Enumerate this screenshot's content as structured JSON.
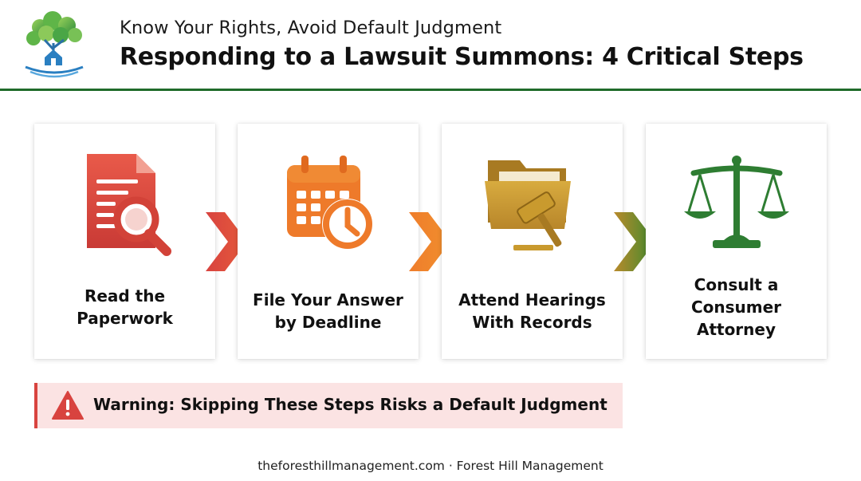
{
  "header": {
    "subtitle": "Know Your Rights, Avoid Default Judgment",
    "title": "Responding to a Lawsuit Summons: 4 Critical Steps"
  },
  "steps": [
    {
      "label_lines": [
        "Read the",
        "Paperwork"
      ],
      "icon": "document-search-icon",
      "color": "#d8433f"
    },
    {
      "label_lines": [
        "File Your Answer",
        "by Deadline"
      ],
      "icon": "calendar-clock-icon",
      "color": "#ee7a2a"
    },
    {
      "label_lines": [
        "Attend Hearings",
        "With Records"
      ],
      "icon": "folder-gavel-icon",
      "color": "#c99a2e"
    },
    {
      "label_lines": [
        "Consult a",
        "Consumer",
        "Attorney"
      ],
      "icon": "scales-of-justice-icon",
      "color": "#2e7d32"
    }
  ],
  "warning": {
    "text": "Warning: Skipping These Steps Risks a Default Judgment",
    "icon": "warning-triangle-icon"
  },
  "footer": {
    "text": "theforesthillmanagement.com · Forest Hill Management"
  },
  "colors": {
    "accent_green": "#1f6b2a",
    "red": "#d8433f",
    "orange": "#ee7a2a",
    "gold": "#c99a2e",
    "green": "#2e7d32",
    "warning_bg": "#fbe3e3"
  }
}
